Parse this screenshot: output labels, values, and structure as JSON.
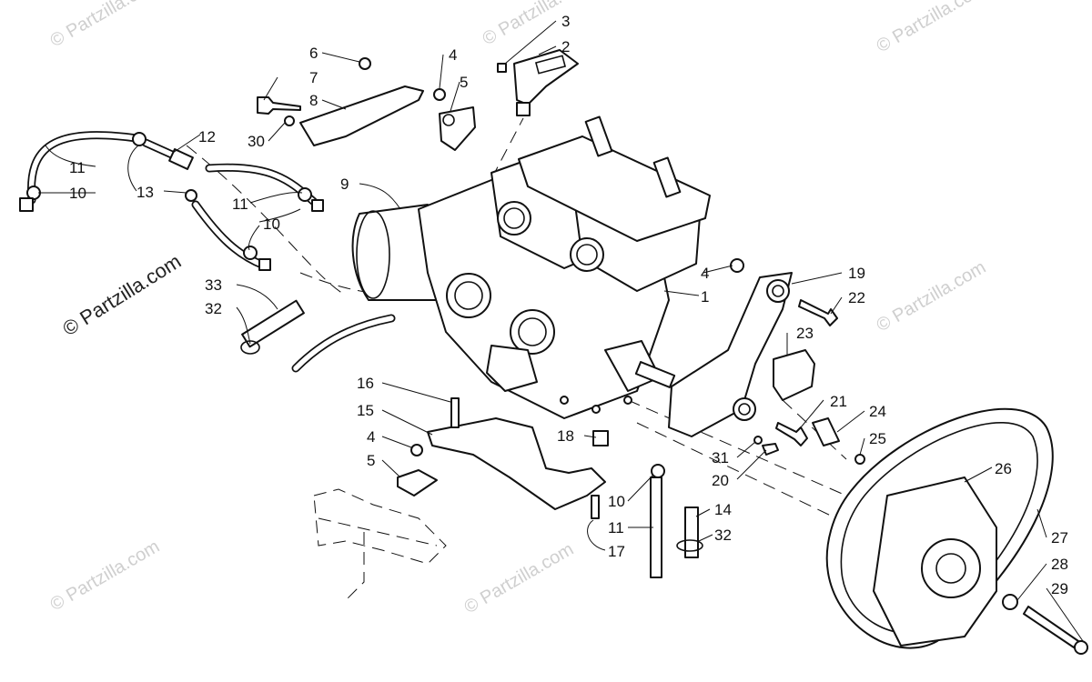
{
  "watermark": {
    "text": "© Partzilla.com",
    "color_light": "#cfcfcf",
    "color_dark": "#222222"
  },
  "callouts": [
    {
      "id": "c3",
      "label": "3"
    },
    {
      "id": "c2",
      "label": "2"
    },
    {
      "id": "c6",
      "label": "6"
    },
    {
      "id": "c4a",
      "label": "4"
    },
    {
      "id": "c7",
      "label": "7"
    },
    {
      "id": "c5a",
      "label": "5"
    },
    {
      "id": "c8",
      "label": "8"
    },
    {
      "id": "c12",
      "label": "12"
    },
    {
      "id": "c30",
      "label": "30"
    },
    {
      "id": "c11a",
      "label": "11"
    },
    {
      "id": "c10a",
      "label": "10"
    },
    {
      "id": "c13",
      "label": "13"
    },
    {
      "id": "c9",
      "label": "9"
    },
    {
      "id": "c11b",
      "label": "11"
    },
    {
      "id": "c10b",
      "label": "10"
    },
    {
      "id": "c4b",
      "label": "4"
    },
    {
      "id": "c19",
      "label": "19"
    },
    {
      "id": "c1",
      "label": "1"
    },
    {
      "id": "c22",
      "label": "22"
    },
    {
      "id": "c33",
      "label": "33"
    },
    {
      "id": "c32a",
      "label": "32"
    },
    {
      "id": "c23",
      "label": "23"
    },
    {
      "id": "c16",
      "label": "16"
    },
    {
      "id": "c15",
      "label": "15"
    },
    {
      "id": "c21",
      "label": "21"
    },
    {
      "id": "c24",
      "label": "24"
    },
    {
      "id": "c4c",
      "label": "4"
    },
    {
      "id": "c18",
      "label": "18"
    },
    {
      "id": "c25",
      "label": "25"
    },
    {
      "id": "c5b",
      "label": "5"
    },
    {
      "id": "c31",
      "label": "31"
    },
    {
      "id": "c20",
      "label": "20"
    },
    {
      "id": "c26",
      "label": "26"
    },
    {
      "id": "c10c",
      "label": "10"
    },
    {
      "id": "c14",
      "label": "14"
    },
    {
      "id": "c11c",
      "label": "11"
    },
    {
      "id": "c32b",
      "label": "32"
    },
    {
      "id": "c17",
      "label": "17"
    },
    {
      "id": "c27",
      "label": "27"
    },
    {
      "id": "c28",
      "label": "28"
    },
    {
      "id": "c29",
      "label": "29"
    }
  ]
}
